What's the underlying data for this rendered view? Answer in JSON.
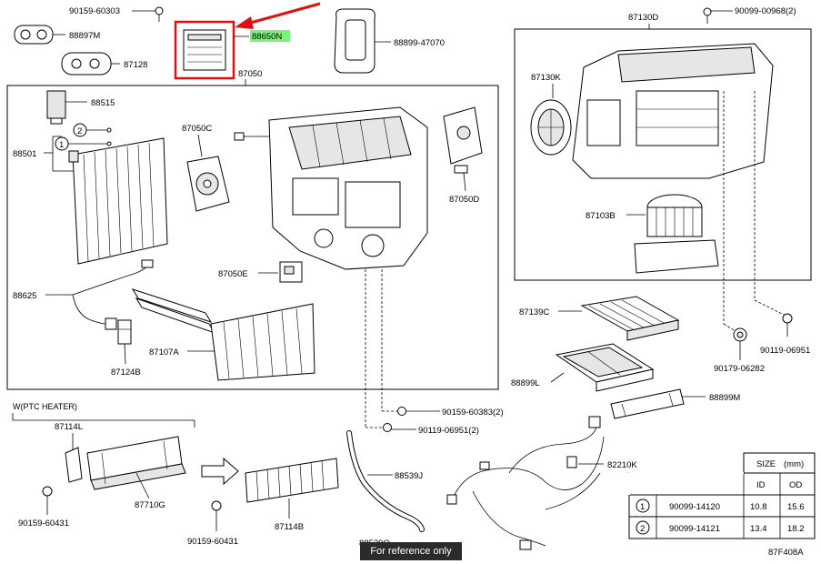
{
  "parts": {
    "p90159_60303": "90159-60303",
    "p88897M": "88897M",
    "p87128": "87128",
    "p88650N": "88650N",
    "p88899_47070": "88899-47070",
    "p87130D": "87130D",
    "p90099_00968": "90099-00968(2)",
    "p87050": "87050",
    "p88515": "88515",
    "p88501": "88501",
    "p87050C": "87050C",
    "p87050D": "87050D",
    "p87130K": "87130K",
    "p87103B": "87103B",
    "p87050E": "87050E",
    "p88625": "88625",
    "p87107A": "87107A",
    "p87124B": "87124B",
    "p87139C": "87139C",
    "p90119_06951_r": "90119-06951",
    "p90179_06282": "90179-06282",
    "p88899L": "88899L",
    "p88899M": "88899M",
    "p90159_60383": "90159-60383(2)",
    "p90119_06951_2": "90119-06951(2)",
    "p87114L": "87114L",
    "p87710G": "87710G",
    "p90159_60431_a": "90159-60431",
    "p90159_60431_b": "90159-60431",
    "p87114B": "87114B",
    "p88539J": "88539J",
    "p88539Q": "88539Q",
    "p82210K": "82210K"
  },
  "callouts": {
    "c1": "1",
    "c2": "2"
  },
  "ptc_heading": "W(PTC HEATER)",
  "size_table": {
    "title": "SIZE",
    "unit": "(mm)",
    "col_id": "ID",
    "col_od": "OD",
    "rows": [
      {
        "num": "1",
        "part": "90099-14120",
        "id": "10.8",
        "od": "15.6"
      },
      {
        "num": "2",
        "part": "90099-14121",
        "id": "13.4",
        "od": "18.2"
      }
    ]
  },
  "figure_code": "87F408A",
  "reference_note": "For reference only",
  "colors": {
    "highlight": "#7cf07c",
    "marker": "#e01010"
  }
}
